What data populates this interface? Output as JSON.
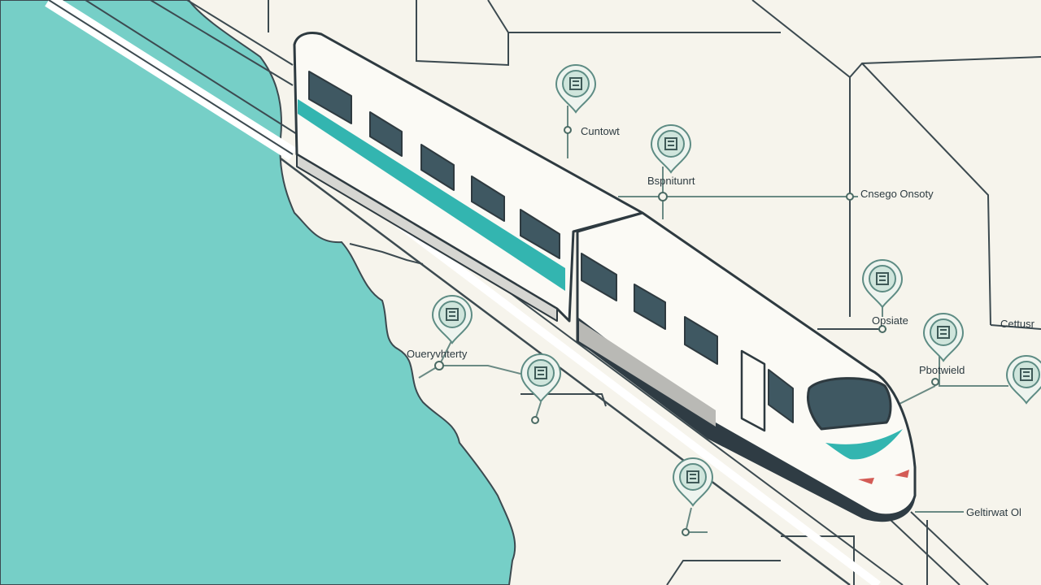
{
  "colors": {
    "background": "#f6f4ec",
    "water": "#76cfc7",
    "line": "#3c4a50",
    "route": "#6a8a84",
    "accent": "#33b5b0",
    "train_body": "#fbfaf5",
    "window": "#3f5862"
  },
  "locations": [
    {
      "name": "Cuntowt",
      "icon": "map-pin-icon"
    },
    {
      "name": "Bspnitunrt",
      "icon": "map-pin-icon"
    },
    {
      "name": "Cnsego Onsoty",
      "icon": "map-pin-icon"
    },
    {
      "name": "Opsiate",
      "icon": "map-pin-icon"
    },
    {
      "name": "Cettusr",
      "icon": "map-pin-icon"
    },
    {
      "name": "Oueryvhterty",
      "icon": "map-pin-icon"
    },
    {
      "name": "Pbotwield",
      "icon": "map-pin-icon"
    },
    {
      "name": "Geltirwat Ol",
      "icon": "map-pin-icon"
    }
  ],
  "train": {
    "icon": "high-speed-train-icon",
    "cars": 2
  }
}
